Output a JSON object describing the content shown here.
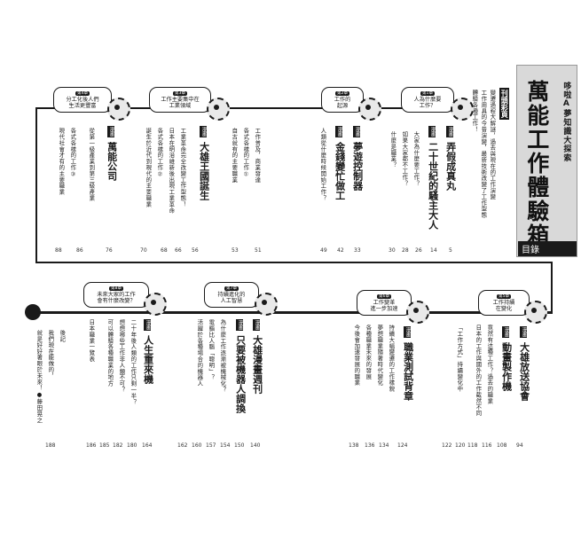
{
  "sidebar": {
    "series": "哆啦A夢知識大探索",
    "title": "萬能工作體驗箱",
    "contents_label": "目錄",
    "intro_tag": "刊頭彩頁",
    "intro_text": [
      "變遷過程大解謎，過去與現在的工作演變",
      "工作用具的今昔演變，最新技術改變了工作型態",
      "體驗各種工作！"
    ]
  },
  "top": {
    "ch1": {
      "num": "第1章",
      "title": [
        "人為什麼要",
        "工作？"
      ]
    },
    "ch2": {
      "num": "第2章",
      "title": [
        "工作的",
        "起源"
      ]
    },
    "ch3": {
      "num": "第3章",
      "title": [
        "工作主要集中在",
        "工業領域"
      ]
    },
    "ch4": {
      "num": "第4章",
      "title": [
        "分工化後人們",
        "生活更豐富"
      ]
    },
    "items": [
      {
        "tag": "漫畫",
        "title": "弄假成真丸",
        "desc": [],
        "pages": [
          "5"
        ]
      },
      {
        "tag": "漫畫",
        "title": "二十世紀的騷主大人",
        "desc": [],
        "pages": [
          "14"
        ]
      },
      {
        "tag": "",
        "title": "",
        "desc": [
          "大家為什麼要工作？",
          "如果大家都不工作？",
          "什麼是職業？"
        ],
        "pages": [
          "26",
          "28",
          "30"
        ]
      },
      {
        "tag": "漫畫",
        "title": "夢遊控制器",
        "desc": [],
        "pages": [
          "33"
        ]
      },
      {
        "tag": "漫畫",
        "title": "金錢變忙做工",
        "desc": [],
        "pages": [
          "42"
        ]
      },
      {
        "tag": "",
        "title": "",
        "desc": [
          "人類從什麼時候開始工作？"
        ],
        "pages": [
          "49"
        ]
      },
      {
        "tag": "",
        "title": "",
        "desc": [
          "工作普及，商業發達",
          "各式各樣的工作①",
          "自古就有的主要職業"
        ],
        "pages": [
          "51",
          "53"
        ]
      },
      {
        "tag": "漫畫",
        "title": "大雄王國誕生",
        "desc": [],
        "pages": [
          "56"
        ]
      },
      {
        "tag": "",
        "title": "",
        "desc": [
          "工業革命完全改變工作型態！",
          "日本在明治維新後出現工業革命",
          "各式各樣的工作②",
          "誕生於近代到現代的主要職業"
        ],
        "pages": [
          "66",
          "68",
          "70"
        ]
      },
      {
        "tag": "漫畫",
        "title": "萬能公司",
        "desc": [],
        "pages": [
          "76"
        ]
      },
      {
        "tag": "",
        "title": "",
        "desc": [
          "從第一級產業到第三級產業",
          "各式各樣的工作③",
          "現代社會才有的主要職業"
        ],
        "pages": [
          "86",
          "88"
        ]
      }
    ]
  },
  "bottom": {
    "ch5": {
      "num": "第5章",
      "title": [
        "工作持續",
        "在變化"
      ]
    },
    "ch6": {
      "num": "第6章",
      "title": [
        "工作變革",
        "進一步加速"
      ]
    },
    "ch7": {
      "num": "第7章",
      "title": [
        "持續進化的",
        "人工智慧"
      ]
    },
    "ch8": {
      "num": "第8章",
      "title": [
        "未來大家的工作",
        "會有什麼改變？"
      ]
    },
    "items": [
      {
        "tag": "漫畫",
        "title": "大雄放送協會",
        "desc": [],
        "pages": [
          "94"
        ]
      },
      {
        "tag": "漫畫",
        "title": "動畫製作機",
        "desc": [],
        "pages": [
          "108"
        ]
      },
      {
        "tag": "",
        "title": "",
        "desc": [
          "竟然有這種工作？過去的職業",
          "日本的工作與國外的工作截然不同",
          "「工作方式」持續變化中"
        ],
        "pages": [
          "116",
          "118",
          "120",
          "122"
        ]
      },
      {
        "tag": "漫畫",
        "title": "職業測試背章",
        "desc": [],
        "pages": [
          "124"
        ]
      },
      {
        "tag": "",
        "title": "",
        "desc": [
          "持續大幅變遷的工作樣貌",
          "夢想職業隨著時代變化",
          "各種職業未來的發展",
          "今後會加速發展的職業"
        ],
        "pages": [
          "134",
          "136",
          "138"
        ]
      },
      {
        "tag": "漫畫",
        "title": "大雄漫畫週刊",
        "desc": [],
        "pages": [
          "140"
        ]
      },
      {
        "tag": "漫畫",
        "title": "只要被機器人調換",
        "desc": [],
        "pages": [
          "150"
        ]
      },
      {
        "tag": "",
        "title": "",
        "desc": [
          "為什麼工作逐漸被機械化？",
          "電腦比人腦「聰明」？",
          "活躍於各種場合的機器人"
        ],
        "pages": [
          "154",
          "157",
          "160",
          "162"
        ]
      },
      {
        "tag": "漫畫",
        "title": "人生重來機",
        "desc": [],
        "pages": [
          "164"
        ]
      },
      {
        "tag": "",
        "title": "",
        "desc": [
          "二十年後人類的工作只剩一半？",
          "想想哪些工作非人類不可？",
          "可以體驗各種職業的地方",
          "日本職業一覽表"
        ],
        "pages": [
          "180",
          "182",
          "185",
          "186"
        ]
      },
      {
        "tag": "",
        "title": "",
        "desc": [
          "後記",
          "我們現在能做的，",
          "就是好好著眼於未來！●藤田晃之"
        ],
        "pages": [
          "188"
        ]
      }
    ]
  },
  "colors": {
    "ink": "#1a1a1a",
    "sidebar_bg": "#d9d9d9",
    "line": "#1a1a1a"
  }
}
